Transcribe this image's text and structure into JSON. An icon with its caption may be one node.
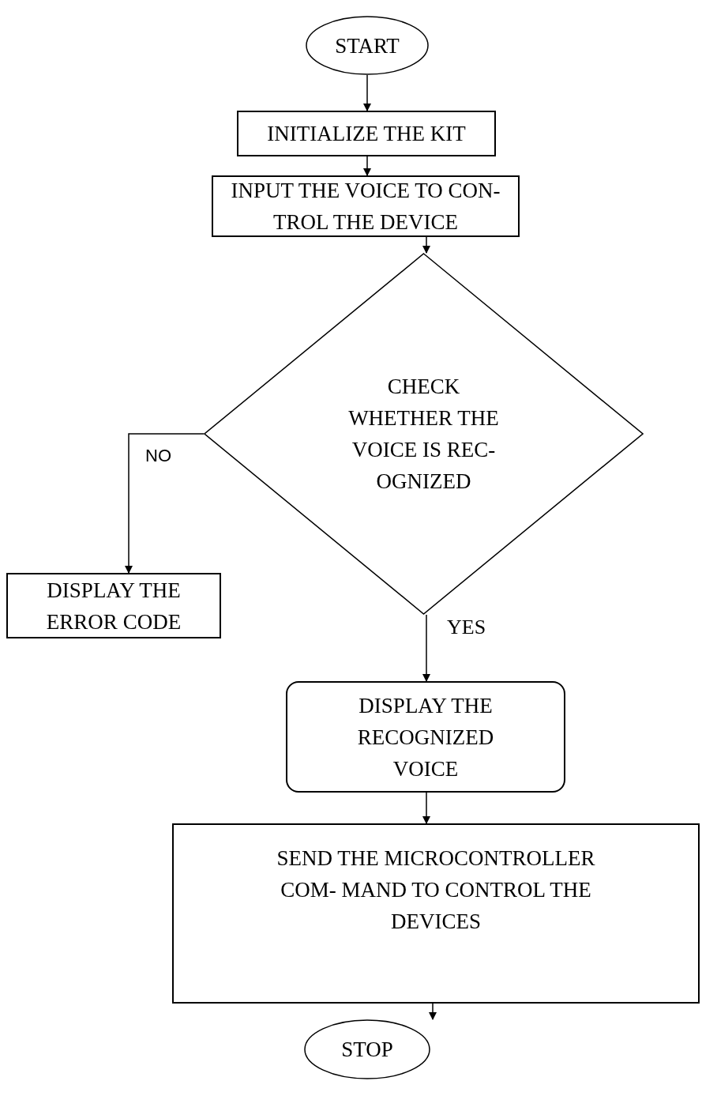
{
  "diagram": {
    "nodes": [
      {
        "text": [
          "START"
        ]
      },
      {
        "text": [
          "INITIALIZE THE KIT"
        ]
      },
      {
        "text": [
          "INPUT THE VOICE TO CON- TROL THE DEVICE"
        ]
      },
      {
        "text": [
          "CHECK WHETHER THE VOICE IS REC- OGNIZED"
        ]
      },
      {
        "text": [
          "DISPLAY THE ERROR CODE"
        ]
      },
      {
        "text": [
          "DISPLAY THE RECOGNIZED VOICE"
        ]
      },
      {
        "text": [
          "SEND THE MICROCONTROLLER COM- MAND TO CONTROL THE DEVICES"
        ]
      },
      {
        "text": [
          "STOP"
        ]
      }
    ],
    "edges": [
      {
        "from": 0,
        "to": 1,
        "arrow": "to"
      },
      {
        "from": 1,
        "to": 2,
        "arrow": "to"
      },
      {
        "from": 2,
        "to": 3,
        "arrow": "to"
      },
      {
        "from": 3,
        "to": 4,
        "arrow": "to",
        "label": "NO"
      },
      {
        "from": 3,
        "to": 5,
        "arrow": "to",
        "label": "YES"
      },
      {
        "from": 5,
        "to": 6,
        "arrow": "to"
      },
      {
        "from": 6,
        "to": 7,
        "arrow": "to"
      }
    ]
  }
}
